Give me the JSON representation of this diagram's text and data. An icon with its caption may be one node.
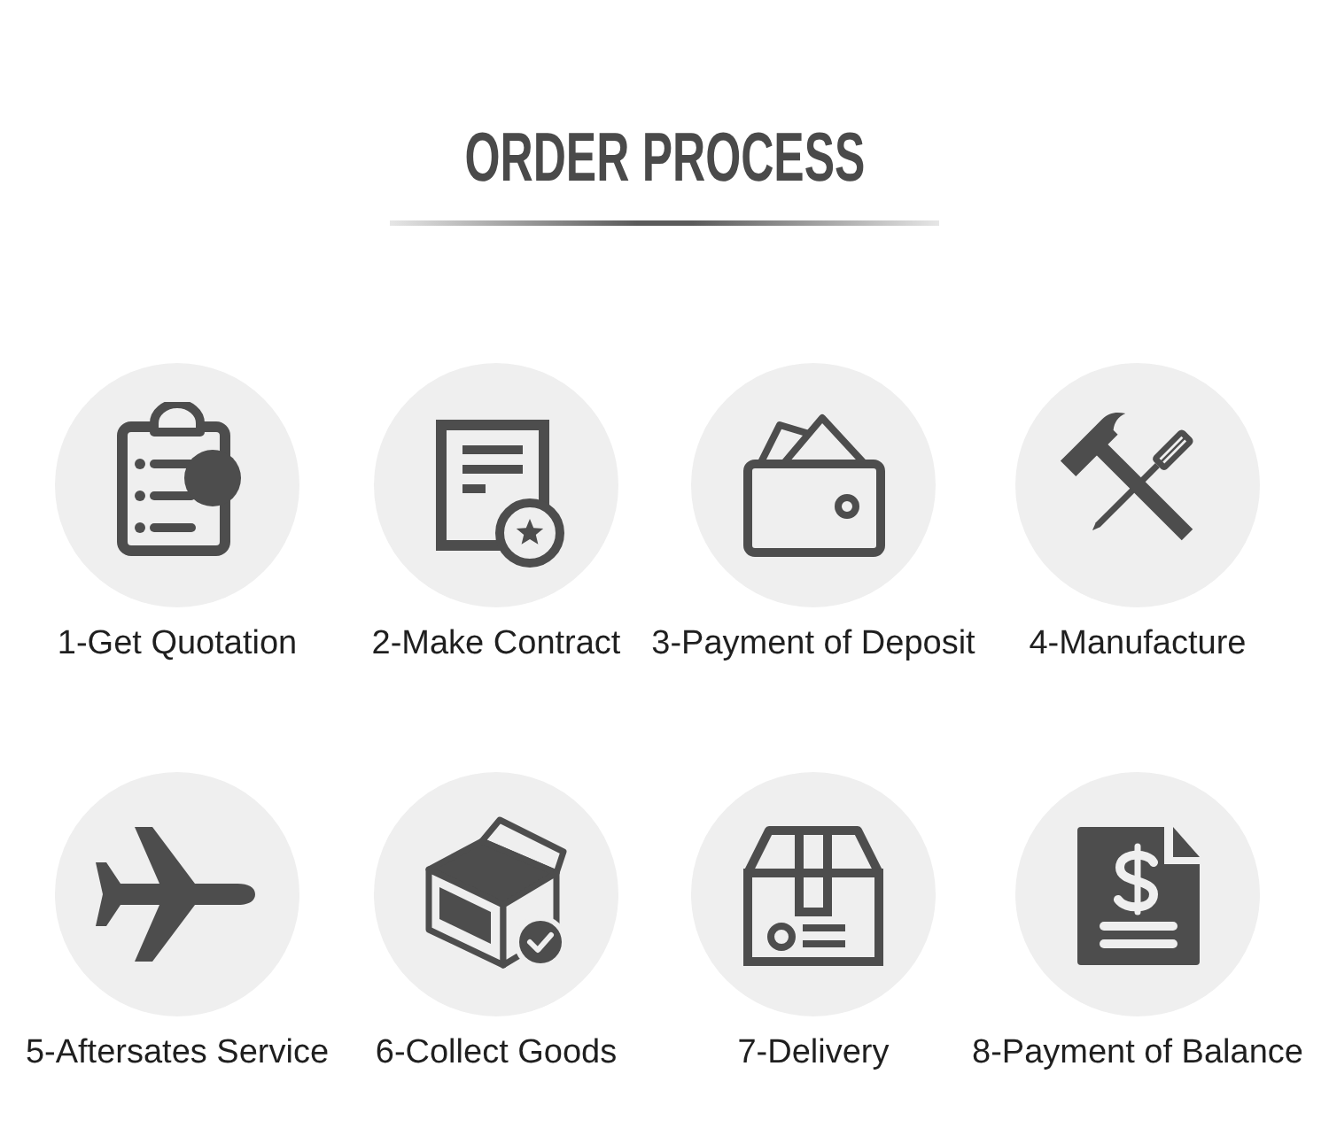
{
  "diagram": {
    "title": "ORDER PROCESS",
    "nodes": [
      {
        "text": [
          "1-Get Quotation"
        ]
      },
      {
        "text": [
          "2-Make Contract"
        ]
      },
      {
        "text": [
          "3-Payment of Deposit"
        ]
      },
      {
        "text": [
          "4-Manufacture"
        ]
      },
      {
        "text": [
          "5-Aftersates Service"
        ]
      },
      {
        "text": [
          "6-Collect Goods"
        ]
      },
      {
        "text": [
          "7-Delivery"
        ]
      },
      {
        "text": [
          "8-Payment of Balance"
        ]
      }
    ]
  }
}
